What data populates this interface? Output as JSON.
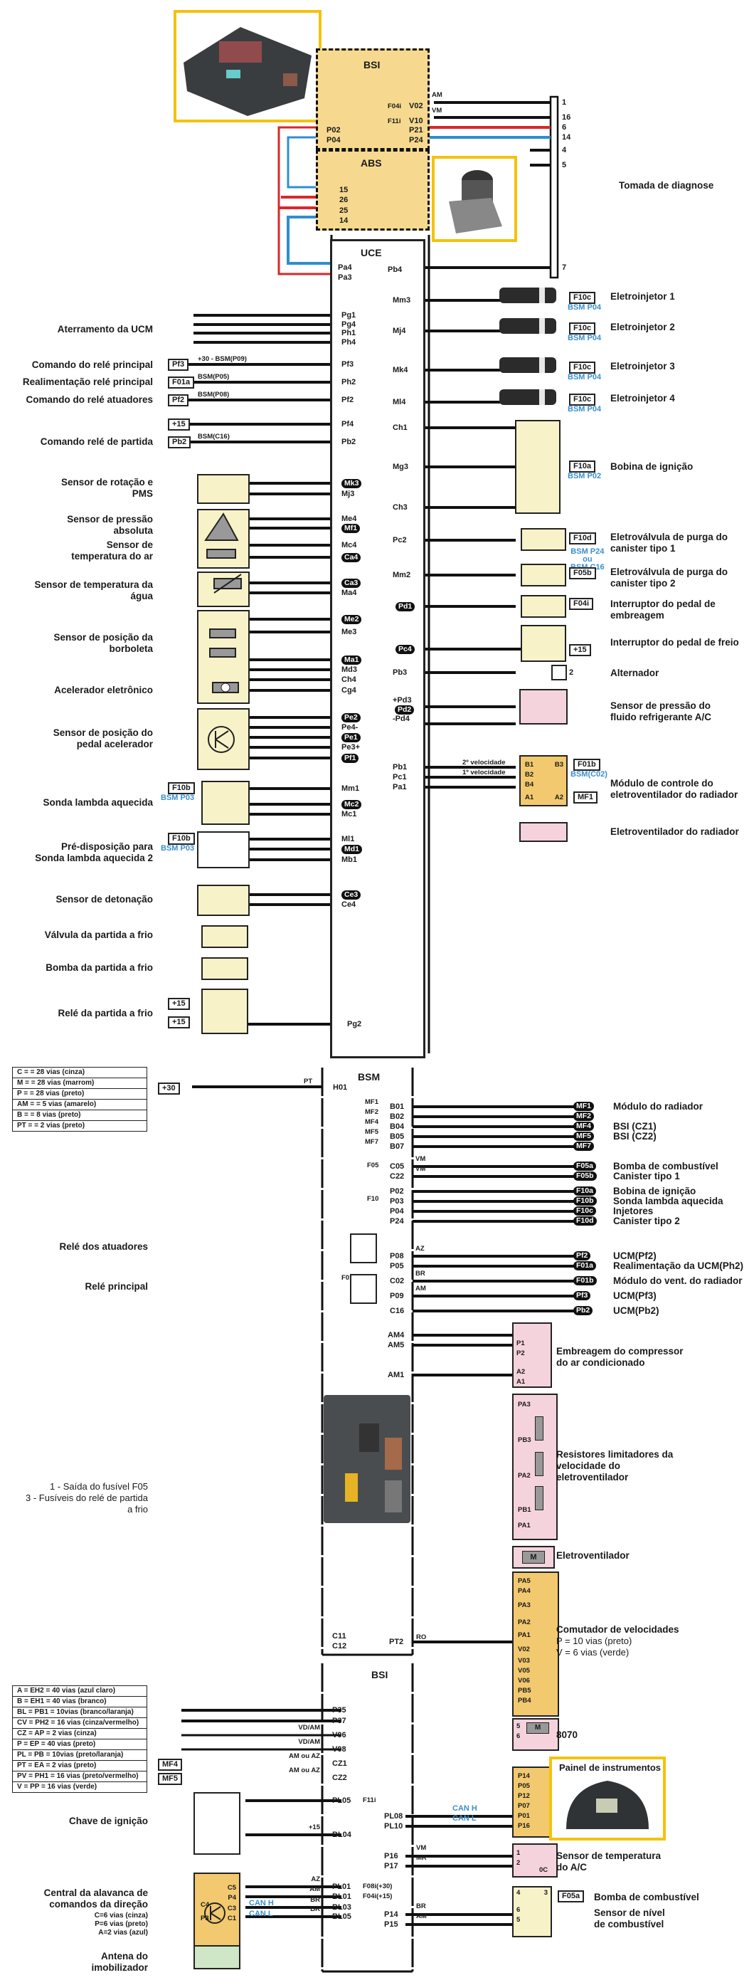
{
  "diagnostic": {
    "title": "Tomada de diagnose",
    "bsi_title": "BSI",
    "abs_title": "ABS",
    "uce_title": "UCE",
    "bsi_pins": {
      "v02": "V02",
      "v10": "V10",
      "p02": "P02",
      "p04": "P04",
      "p21": "P21",
      "p24": "P24",
      "f04i": "F04i",
      "f11i": "F11i"
    },
    "wire_colors": {
      "am": "AM",
      "vm": "VM"
    },
    "abs_pins": [
      "15",
      "26",
      "25",
      "14"
    ],
    "uce_pins": {
      "pa4": "Pa4",
      "pa3": "Pa3",
      "pb4": "Pb4"
    },
    "connector_pins": [
      "1",
      "16",
      "6",
      "14",
      "4",
      "5",
      "7"
    ]
  },
  "ucm": {
    "left_items": [
      {
        "label": "Aterramento da UCM",
        "pins": [
          "Pg1",
          "Pg4",
          "Ph1",
          "Ph4"
        ]
      },
      {
        "label": "Comando do relé principal",
        "tag": "Pf3",
        "wire": "+30 - BSM(P09)",
        "pin": "Pf3"
      },
      {
        "label": "Realimentação relé principal",
        "tag": "F01a",
        "wire": "BSM(P05)",
        "pin": "Ph2"
      },
      {
        "label": "Comando do relé atuadores",
        "tag": "Pf2",
        "wire": "BSM(P08)",
        "pin": "Pf2"
      },
      {
        "label": "",
        "tag": "+15",
        "wire": "",
        "pin": "Pf4"
      },
      {
        "label": "Comando relé de partida",
        "tag": "Pb2",
        "wire": "BSM(C16)",
        "pin": "Pb2"
      },
      {
        "label": "Sensor de rotação e\nPMS",
        "pins": [
          "Mk3",
          "Mj3"
        ]
      },
      {
        "label": "Sensor de pressão\nabsoluta",
        "pins": [
          "Me4",
          "Mf1"
        ]
      },
      {
        "label": "Sensor de\ntemperatura do ar",
        "pins": [
          "Mc4",
          "Ca4"
        ]
      },
      {
        "label": "Sensor de temperatura da\nágua",
        "pins": [
          "Ca3",
          "Ma4"
        ]
      },
      {
        "label": "Sensor de posição da\nborboleta",
        "pins": [
          "Me2",
          "Me3",
          "Ma1",
          "Md3"
        ]
      },
      {
        "label": "Acelerador eletrônico",
        "pins": [
          "Ch4",
          "Cg4"
        ]
      },
      {
        "label": "Sensor de posição do\npedal acelerador",
        "pins": [
          "Pe2",
          "Pe4-",
          "Pe1",
          "Pe3+",
          "Pf1"
        ]
      },
      {
        "label": "Sonda lambda aquecida",
        "tag": "F10b",
        "sub": "BSM P03",
        "pins": [
          "Mm1",
          "Mc2",
          "Mc1"
        ]
      },
      {
        "label": "Pré-disposição para\nSonda lambda aquecida 2",
        "tag": "F10b",
        "sub": "BSM P03",
        "pins": [
          "Ml1",
          "Md1",
          "Mb1"
        ]
      },
      {
        "label": "Sensor de detonação",
        "pins": [
          "Ce3",
          "Ce4"
        ]
      },
      {
        "label": "Válvula da partida a frio"
      },
      {
        "label": "Bomba da partida a frio"
      },
      {
        "label": "Relé da partida a frio",
        "tags": [
          "+15",
          "+15"
        ],
        "pin": "Pg2"
      }
    ],
    "right_items": [
      {
        "pin": "Mm3",
        "label": "Eletroinjetor 1",
        "tag": "F10c",
        "sub": "BSM P04"
      },
      {
        "pin": "Mj4",
        "label": "Eletroinjetor 2",
        "tag": "F10c",
        "sub": "BSM P04"
      },
      {
        "pin": "Mk4",
        "label": "Eletroinjetor 3",
        "tag": "F10c",
        "sub": "BSM P04"
      },
      {
        "pin": "Ml4",
        "label": "Eletroinjetor 4",
        "tag": "F10c",
        "sub": "BSM P04"
      },
      {
        "pins": [
          "Ch1",
          "Mg3",
          "Ch3"
        ],
        "label": "Bobina de ignição",
        "tag": "F10a",
        "sub": "BSM P02"
      },
      {
        "pin": "Pc2",
        "label": "Eletroválvula de purga do\ncanister tipo 1",
        "tag": "F10d"
      },
      {
        "sub": "BSM P24\nou\nBSM C16"
      },
      {
        "pin": "Mm2",
        "label": "Eletroválvula de purga do\ncanister tipo 2",
        "tag": "F05b"
      },
      {
        "pin": "Pd1",
        "label": "Interruptor do pedal de\nembreagem",
        "tag": "F04i"
      },
      {
        "pin": "Pc4",
        "label": "Interruptor do pedal de freio",
        "tag": "+15"
      },
      {
        "pin": "Pb3",
        "label": "Alternador",
        "terminal": "2"
      },
      {
        "pins": [
          "+Pd3",
          "Pd2",
          "-Pd4"
        ],
        "label": "Sensor de pressão do\nfluido refrigerante A/C"
      },
      {
        "pins": [
          "Pb1",
          "Pc1",
          "Pa1"
        ],
        "label": "Módulo de controle do\neletroventilador do radiador",
        "tag": "F01b",
        "sub": "BSM(C02)",
        "tag2": "MF1",
        "wires": [
          "2º velocidade",
          "1º velocidade"
        ],
        "module_pins": [
          "B1",
          "B2",
          "B4",
          "B3",
          "A1",
          "A2"
        ]
      },
      {
        "label": "Eletroventilador do radiador"
      }
    ]
  },
  "bsm": {
    "title": "BSM",
    "supply_tag": "+30",
    "supply_wire": "PT",
    "h01": "H01",
    "legend": [
      "C = = 28 vias (cinza)",
      "M = = 28 vias (marrom)",
      "P = = 28 vias (preto)",
      "AM = = 5 vias (amarelo)",
      "B = = 8 vias (preto)",
      "PT = = 2 vias (preto)"
    ],
    "fuses": [
      "MF1",
      "MF2",
      "MF4",
      "MF5",
      "MF7",
      "F05",
      "F10",
      "F01"
    ],
    "outputs": [
      {
        "pin": "B01",
        "oval": "MF1",
        "label": "Módulo do radiador"
      },
      {
        "pin": "B02",
        "oval": "MF2",
        "label": ""
      },
      {
        "pin": "B04",
        "oval": "MF4",
        "label": "BSI (CZ1)"
      },
      {
        "pin": "B05",
        "oval": "MF5",
        "label": "BSI (CZ2)"
      },
      {
        "pin": "B07",
        "oval": "MF7",
        "label": ""
      },
      {
        "pin": "C05",
        "wire": "VM",
        "oval": "F05a",
        "label": "Bomba de combustível"
      },
      {
        "pin": "C22",
        "wire": "VM",
        "oval": "F05b",
        "label": "Canister tipo 1"
      },
      {
        "pin": "P02",
        "oval": "F10a",
        "label": "Bobina de ignição"
      },
      {
        "pin": "P03",
        "oval": "F10b",
        "label": "Sonda lambda aquecida"
      },
      {
        "pin": "P04",
        "oval": "F10c",
        "label": "Injetores"
      },
      {
        "pin": "P24",
        "oval": "F10d",
        "label": "Canister tipo 2"
      },
      {
        "pin": "P08",
        "wire": "AZ",
        "oval": "Pf2",
        "label": "UCM(Pf2)"
      },
      {
        "pin": "P05",
        "oval": "F01a",
        "label": "Realimentação da UCM(Ph2)"
      },
      {
        "pin": "C02",
        "wire": "BR",
        "oval": "F01b",
        "label": "Módulo do vent. do radiador"
      },
      {
        "pin": "P09",
        "wire": "AM",
        "oval": "Pf3",
        "label": "UCM(Pf3)"
      },
      {
        "pin": "C16",
        "oval": "Pb2",
        "label": "UCM(Pb2)"
      }
    ],
    "relay_labels": [
      "Relé dos atuadores",
      "Relé principal"
    ],
    "am_pins": [
      "AM4",
      "AM5",
      "AM1"
    ],
    "compressor": {
      "pins": [
        "P1",
        "P2",
        "A2",
        "A1"
      ],
      "label": "Embreagem do compressor\ndo ar condicionado"
    },
    "resistors": {
      "pins": [
        "PA3",
        "PB3",
        "PA2",
        "PB1",
        "PA1"
      ],
      "label": "Resistores limitadores da\nvelocidade do\neletroventilador"
    },
    "fan_label": "Eletroventilador",
    "notes": "1 - Saída do fusível F05\n3 - Fusíveis do relé de partida\na frio",
    "c_pins": [
      "C11",
      "C12"
    ],
    "pt2": "PT2",
    "ro": "RO"
  },
  "switch": {
    "label": "Comutador de velocidades",
    "sub1": "P = 10 vias (preto)",
    "sub2": "V = 6 vias (verde)",
    "pins": [
      "PA5",
      "PA4",
      "PA3",
      "PA2",
      "PA1",
      "V02",
      "V03",
      "V05",
      "V06",
      "PB5",
      "PB4"
    ],
    "m8070": {
      "label": "8070",
      "pins": [
        "5",
        "6"
      ]
    }
  },
  "bsi2": {
    "title": "BSI",
    "legend": [
      "A = EH2 = 40 vias (azul claro)",
      "B = EH1 = 40 vias (branco)",
      "BL = PB1 = 10vias (branco/laranja)",
      "CV = PH2 = 16 vias (cinza/vermelho)",
      "CZ = AP = 2 vias (cinza)",
      "P = EP = 40 vias (preto)",
      "PL = PB = 10vias (preto/laranja)",
      "PT = EA = 2 vias (preto)",
      "PV = PH1 = 16 vias (preto/vermelho)",
      "V = PP = 16 vias (verde)"
    ],
    "pins_left": [
      {
        "pin": "P35"
      },
      {
        "pin": "P37"
      },
      {
        "pin": "V06",
        "wire": "VD/AM"
      },
      {
        "pin": "V08",
        "wire": "VD/AM"
      },
      {
        "pin": "CZ1",
        "wire": "AM ou AZ",
        "tag": "MF4"
      },
      {
        "pin": "CZ2",
        "wire": "AM ou AZ",
        "tag": "MF5"
      },
      {
        "pin": "PL05",
        "fuse": "F11i"
      },
      {
        "pin": "BL04",
        "wire": "+15"
      },
      {
        "pin": "PL01",
        "wire": "AZ",
        "fuse": "F08i(+30)"
      },
      {
        "pin": "BL01",
        "wire": "AM",
        "fuse": "F04i(+15)"
      },
      {
        "pin": "BL03",
        "wire": "BR"
      },
      {
        "pin": "BL05",
        "wire": "BR"
      }
    ],
    "pins_right": [
      {
        "pin": "PL08",
        "wire": "CAN H"
      },
      {
        "pin": "PL10",
        "wire": "CAN L"
      },
      {
        "pin": "P16",
        "wire": "VM"
      },
      {
        "pin": "P17",
        "wire": "MR"
      },
      {
        "pin": "P14",
        "wire": "BR"
      },
      {
        "pin": "P15",
        "wire": "AM"
      }
    ],
    "ignition_label": "Chave de ignição",
    "column": {
      "label": "Central da alavanca de\ncomandos da direção",
      "sub": "C=6 vias (cinza)\nP=6 vias (preto)\nA=2 vias (azul)",
      "pins": [
        "C5",
        "P4",
        "C3",
        "C1",
        "C4",
        "P3"
      ],
      "can_h": "CAN H",
      "can_l": "CAN L"
    },
    "antenna_label": "Antena do\nimobilizador",
    "panel": {
      "title": "Painel de instrumentos",
      "pins": [
        "P14",
        "P05",
        "P12",
        "P07",
        "P01",
        "P16"
      ]
    },
    "ac_temp": {
      "label": "Sensor de temperatura\ndo A/C",
      "pins": [
        "1",
        "2"
      ],
      "unit": "0C"
    },
    "fuel": {
      "label_pump": "Bomba de combustível",
      "label_level": "Sensor de nível\nde combustível",
      "tag": "F05a",
      "pins": [
        "4",
        "3",
        "6",
        "5"
      ]
    }
  },
  "colors": {
    "module_fill": "#f6d98f",
    "photo_border": "#f5c20a",
    "can_red": "#d8282a",
    "can_blue": "#2d8fcf",
    "label_blue": "#3a8fcf",
    "pink": "#f5d3dd",
    "cream": "#f7f2c8"
  }
}
